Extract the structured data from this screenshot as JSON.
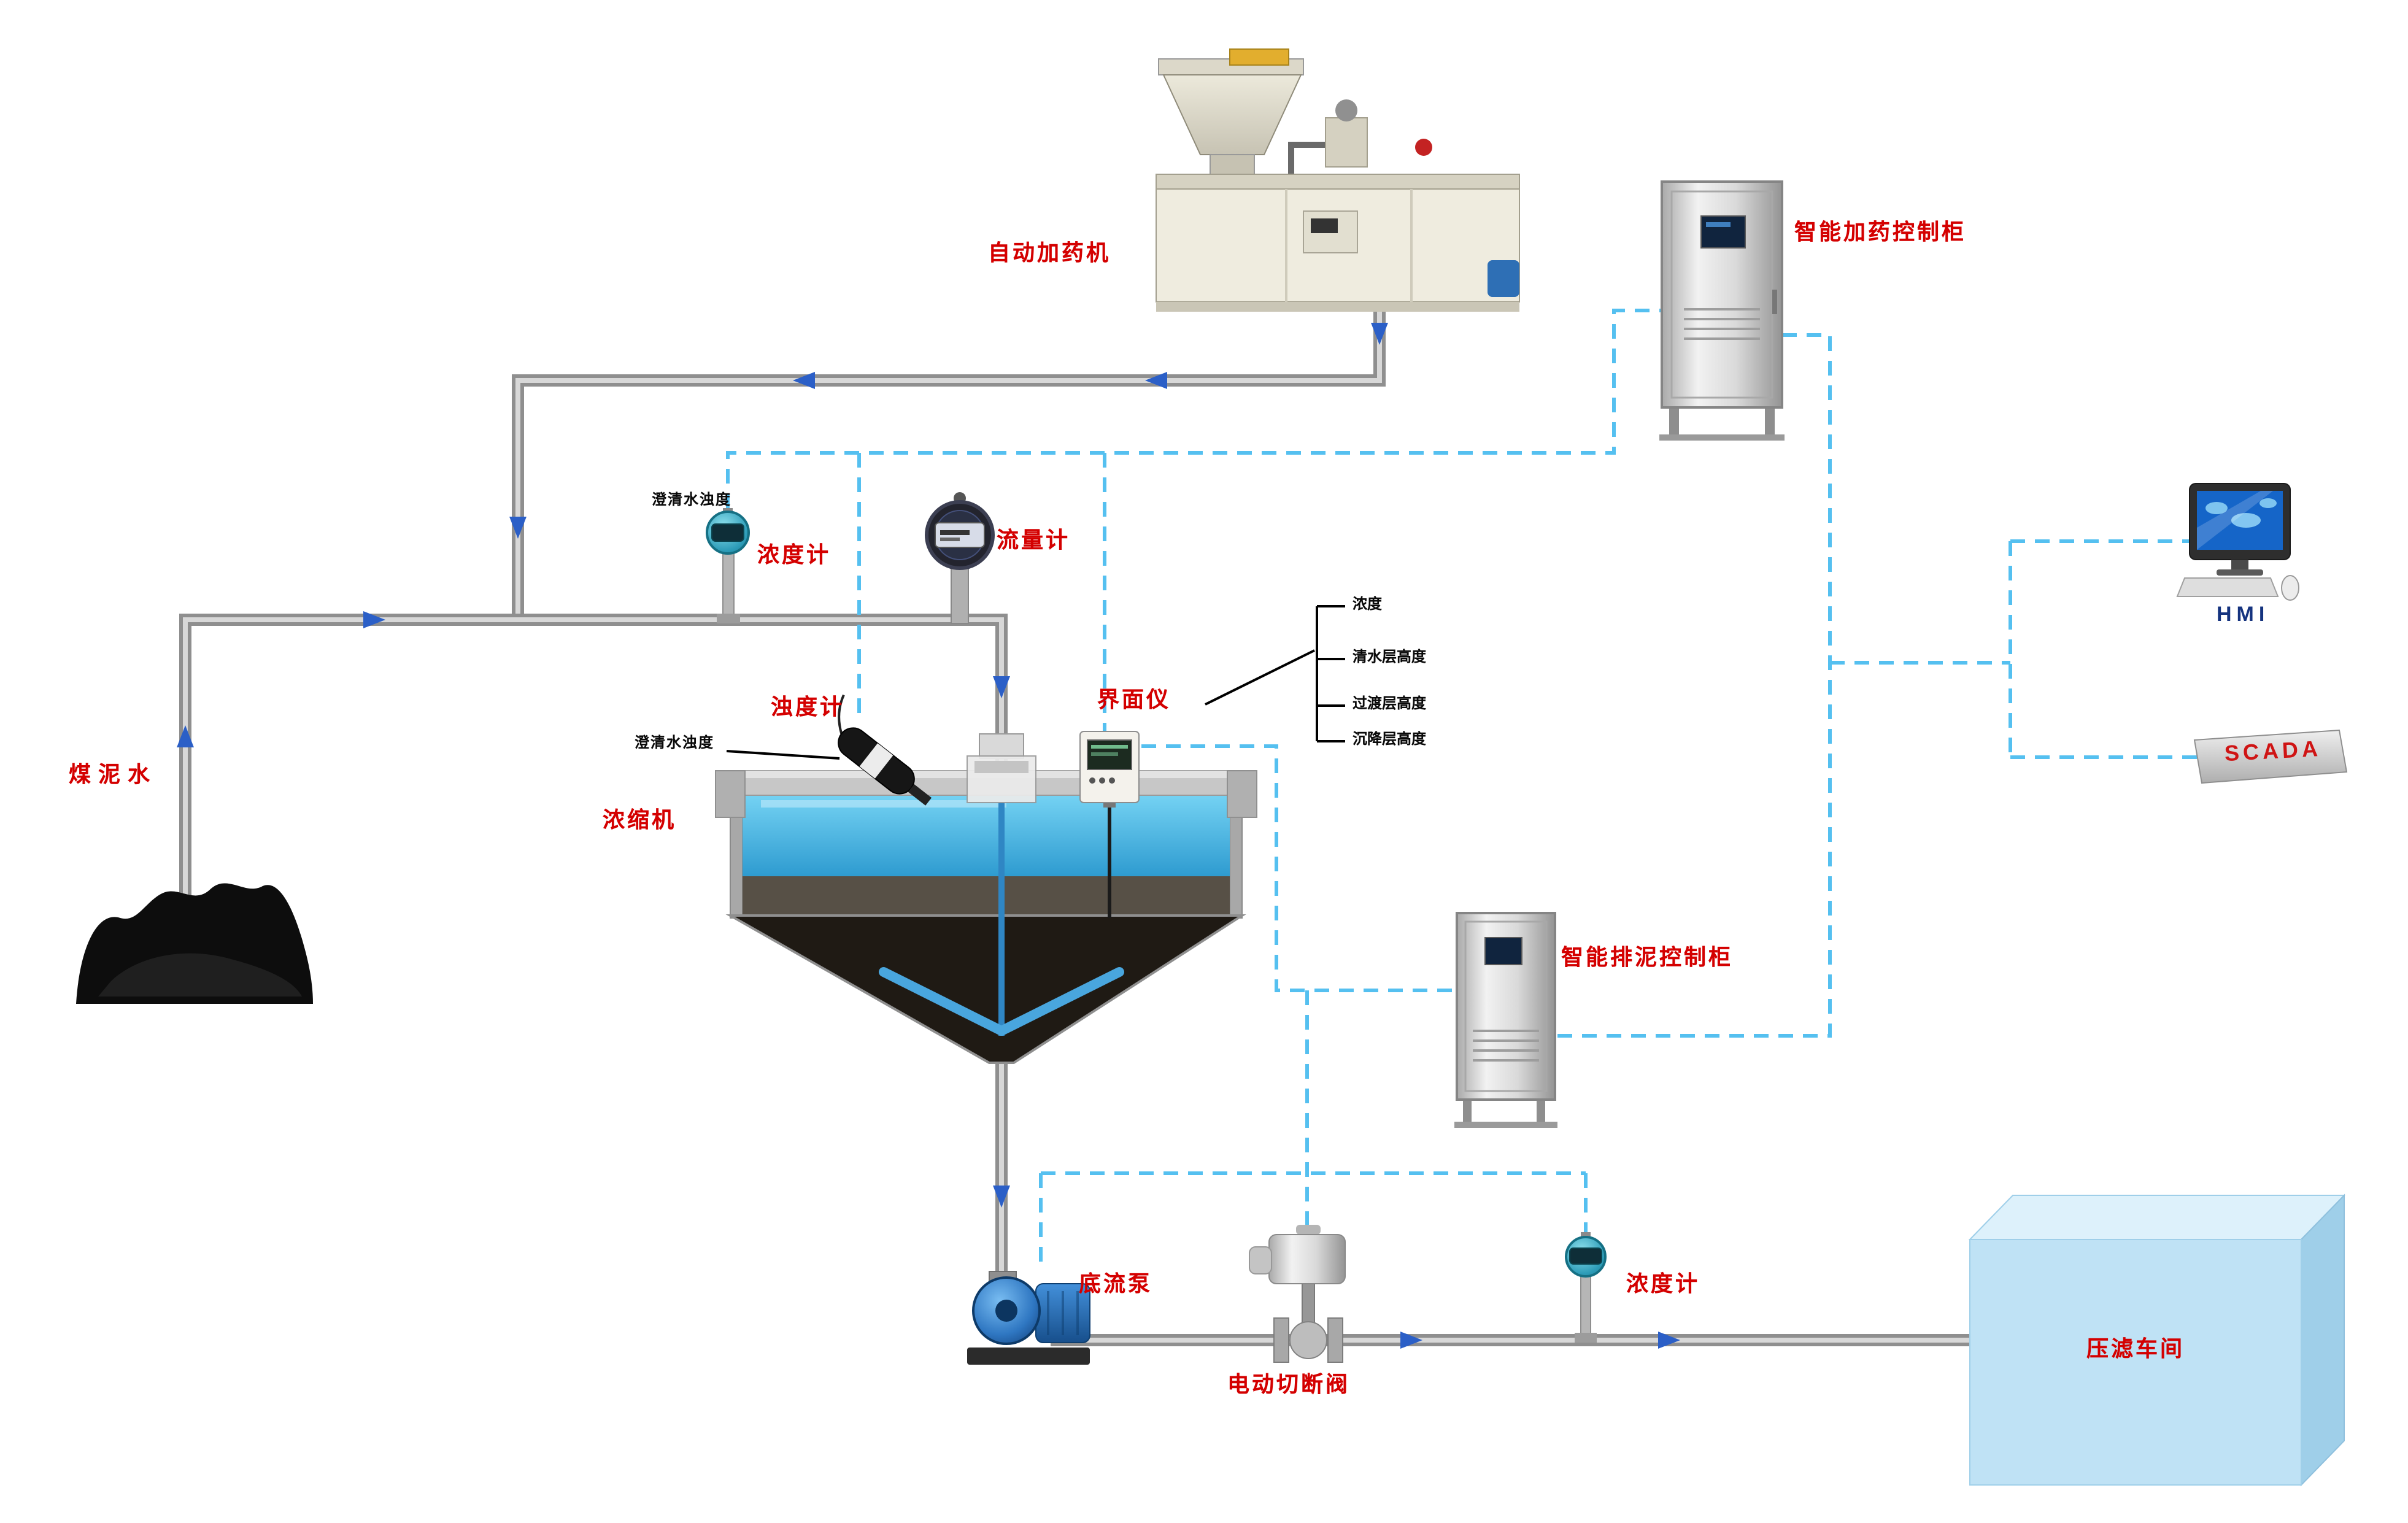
{
  "labels": {
    "dosing_machine": "自动加药机",
    "dosing_control_cabinet": "智能加药控制柜",
    "hmi": "HMI",
    "scada": "SCADA",
    "coal_slurry_water": "煤泥水",
    "clarified_water_turbidity_top": "澄清水浊度",
    "density_meter_top": "浓度计",
    "flow_meter": "流量计",
    "turbidity_meter": "浊度计",
    "clarified_water_turbidity_left": "澄清水浊度",
    "interface_meter": "界面仪",
    "thickener": "浓缩机",
    "sludge_control_cabinet": "智能排泥控制柜",
    "underflow_pump": "底流泵",
    "electric_shutoff_valve": "电动切断阀",
    "density_meter_bottom": "浓度计",
    "filter_press_workshop": "压滤车间"
  },
  "interface_meter_readouts": [
    "浓度",
    "清水层高度",
    "过渡层高度",
    "沉降层高度"
  ],
  "colors": {
    "label_red": "#d40000",
    "signal_line_blue": "#55c0f0",
    "flow_arrow_blue": "#2b5fc7",
    "pipe_gray": "#8f8f8f",
    "water_blue": "#3fb9e8",
    "workshop_blue": "#bfe2f5",
    "coal_black": "#0d0d0d"
  }
}
